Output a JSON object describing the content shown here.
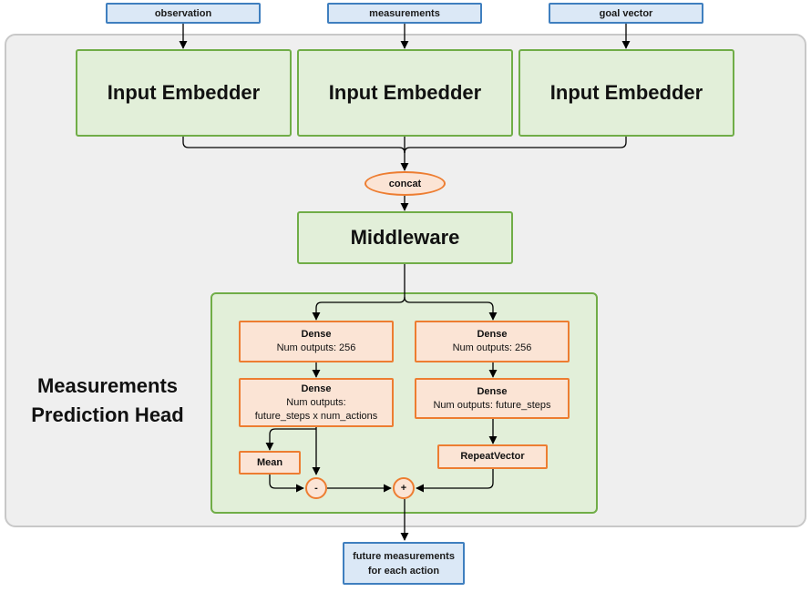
{
  "inputs": {
    "observation": "observation",
    "measurements": "measurements",
    "goal_vector": "goal vector"
  },
  "embedders": {
    "left": "Input Embedder",
    "center": "Input Embedder",
    "right": "Input Embedder"
  },
  "concat_label": "concat",
  "middleware_label": "Middleware",
  "head": {
    "title_line1": "Measurements",
    "title_line2": "Prediction Head",
    "left_dense1": {
      "title": "Dense",
      "detail": "Num outputs: 256"
    },
    "left_dense2": {
      "title": "Dense",
      "detail1": "Num outputs:",
      "detail2": "future_steps x num_actions"
    },
    "right_dense1": {
      "title": "Dense",
      "detail": "Num outputs: 256"
    },
    "right_dense2": {
      "title": "Dense",
      "detail": "Num outputs: future_steps"
    },
    "mean_label": "Mean",
    "repeat_label": "RepeatVector",
    "minus_label": "-",
    "plus_label": "+"
  },
  "output": {
    "line1": "future measurements",
    "line2": "for each action"
  },
  "colors": {
    "io_fill": "#dbe8f6",
    "io_border": "#3f7fbf",
    "block_fill": "#e2efd9",
    "block_border": "#70ad47",
    "op_fill": "#fbe4d5",
    "op_border": "#ed7d31",
    "panel_fill": "#efefef",
    "panel_border": "#c8c8c8"
  }
}
